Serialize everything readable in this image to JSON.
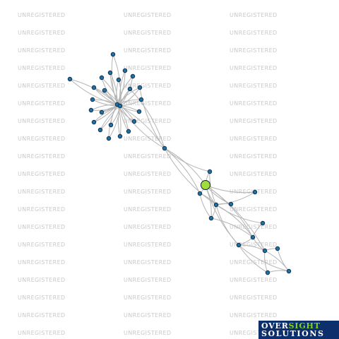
{
  "watermark": {
    "text": "UNREGISTERED"
  },
  "logo": {
    "word1": "OVER",
    "word2": "SIGHT",
    "line2": "SOLUTIONS"
  },
  "colors": {
    "edge": "#b4b4b4",
    "node_fill": "#1e6fa5",
    "node_stroke": "#0b2238",
    "focus_fill": "#9fdc3c",
    "watermark": "#c9c9c9",
    "logo_bg": "#0d2f6b",
    "logo_accent": "#7fd321"
  },
  "network": {
    "nodes": [
      {
        "id": "hub1",
        "type": "node"
      },
      {
        "id": "hub2",
        "type": "node"
      },
      {
        "id": "n1",
        "type": "node"
      },
      {
        "id": "n2",
        "type": "node"
      },
      {
        "id": "n3",
        "type": "node"
      },
      {
        "id": "n4",
        "type": "node"
      },
      {
        "id": "n5",
        "type": "node"
      },
      {
        "id": "n6",
        "type": "node"
      },
      {
        "id": "n7",
        "type": "node"
      },
      {
        "id": "n8",
        "type": "node"
      },
      {
        "id": "n9",
        "type": "node"
      },
      {
        "id": "n10",
        "type": "node"
      },
      {
        "id": "n11",
        "type": "node"
      },
      {
        "id": "n12",
        "type": "node"
      },
      {
        "id": "n13",
        "type": "node"
      },
      {
        "id": "n14",
        "type": "node"
      },
      {
        "id": "n15",
        "type": "node"
      },
      {
        "id": "n16",
        "type": "node"
      },
      {
        "id": "n17",
        "type": "node"
      },
      {
        "id": "n18",
        "type": "node"
      },
      {
        "id": "n19",
        "type": "node"
      },
      {
        "id": "n20",
        "type": "node"
      },
      {
        "id": "n21",
        "type": "node"
      },
      {
        "id": "n22",
        "type": "node"
      },
      {
        "id": "n23",
        "type": "node"
      },
      {
        "id": "bridge",
        "type": "node"
      },
      {
        "id": "focus",
        "type": "focus"
      },
      {
        "id": "m1",
        "type": "node"
      },
      {
        "id": "m2",
        "type": "node"
      },
      {
        "id": "m3",
        "type": "node"
      },
      {
        "id": "m4",
        "type": "node"
      },
      {
        "id": "m5",
        "type": "node"
      },
      {
        "id": "m6",
        "type": "node"
      },
      {
        "id": "m7",
        "type": "node"
      },
      {
        "id": "m8",
        "type": "node"
      },
      {
        "id": "m9",
        "type": "node"
      },
      {
        "id": "m10",
        "type": "node"
      },
      {
        "id": "m11",
        "type": "node"
      },
      {
        "id": "m12",
        "type": "node"
      },
      {
        "id": "m13",
        "type": "node"
      }
    ],
    "edges": [
      [
        "n1",
        "hub1"
      ],
      [
        "n2",
        "hub1"
      ],
      [
        "n3",
        "hub1"
      ],
      [
        "n4",
        "hub1"
      ],
      [
        "n5",
        "hub1"
      ],
      [
        "n6",
        "hub1"
      ],
      [
        "n7",
        "hub1"
      ],
      [
        "n8",
        "hub1"
      ],
      [
        "n9",
        "hub1"
      ],
      [
        "n10",
        "hub1"
      ],
      [
        "n11",
        "hub1"
      ],
      [
        "n12",
        "hub1"
      ],
      [
        "n13",
        "hub1"
      ],
      [
        "n14",
        "hub1"
      ],
      [
        "n15",
        "hub1"
      ],
      [
        "n16",
        "hub1"
      ],
      [
        "n17",
        "hub1"
      ],
      [
        "n18",
        "hub1"
      ],
      [
        "n19",
        "hub1"
      ],
      [
        "n20",
        "hub1"
      ],
      [
        "n21",
        "hub1"
      ],
      [
        "n22",
        "hub1"
      ],
      [
        "n23",
        "hub1"
      ],
      [
        "n1",
        "hub2"
      ],
      [
        "n2",
        "hub2"
      ],
      [
        "n3",
        "hub2"
      ],
      [
        "n4",
        "hub2"
      ],
      [
        "n5",
        "hub2"
      ],
      [
        "n6",
        "hub2"
      ],
      [
        "n7",
        "hub2"
      ],
      [
        "n8",
        "hub2"
      ],
      [
        "n9",
        "hub2"
      ],
      [
        "n10",
        "hub2"
      ],
      [
        "n11",
        "hub2"
      ],
      [
        "n12",
        "hub2"
      ],
      [
        "n13",
        "hub2"
      ],
      [
        "n14",
        "hub2"
      ],
      [
        "n15",
        "hub2"
      ],
      [
        "n16",
        "hub2"
      ],
      [
        "n17",
        "hub2"
      ],
      [
        "n18",
        "hub2"
      ],
      [
        "n19",
        "hub2"
      ],
      [
        "n20",
        "hub2"
      ],
      [
        "n21",
        "hub2"
      ],
      [
        "n22",
        "hub2"
      ],
      [
        "n23",
        "hub2"
      ],
      [
        "hub1",
        "hub2"
      ],
      [
        "hub1",
        "bridge"
      ],
      [
        "hub2",
        "bridge"
      ],
      [
        "n10",
        "bridge"
      ],
      [
        "n11",
        "bridge"
      ],
      [
        "bridge",
        "focus"
      ],
      [
        "bridge",
        "m1"
      ],
      [
        "bridge",
        "m3"
      ],
      [
        "bridge",
        "m4"
      ],
      [
        "focus",
        "m1"
      ],
      [
        "focus",
        "m2"
      ],
      [
        "focus",
        "m3"
      ],
      [
        "focus",
        "m4"
      ],
      [
        "focus",
        "m5"
      ],
      [
        "focus",
        "m6"
      ],
      [
        "focus",
        "m8"
      ],
      [
        "focus",
        "m9"
      ],
      [
        "focus",
        "m10"
      ],
      [
        "m1",
        "m4"
      ],
      [
        "m3",
        "m4"
      ],
      [
        "m3",
        "m5"
      ],
      [
        "m4",
        "m5"
      ],
      [
        "m4",
        "m2"
      ],
      [
        "m4",
        "m6"
      ],
      [
        "m4",
        "m7"
      ],
      [
        "m4",
        "m8"
      ],
      [
        "m4",
        "m9"
      ],
      [
        "m5",
        "m8"
      ],
      [
        "m7",
        "m8"
      ],
      [
        "m8",
        "m9"
      ],
      [
        "m8",
        "m10"
      ],
      [
        "m9",
        "m10"
      ],
      [
        "m9",
        "m12"
      ],
      [
        "m10",
        "m11"
      ],
      [
        "m10",
        "m12"
      ],
      [
        "m10",
        "m13"
      ],
      [
        "m11",
        "m13"
      ],
      [
        "m12",
        "m13"
      ],
      [
        "m9",
        "m13"
      ]
    ]
  }
}
